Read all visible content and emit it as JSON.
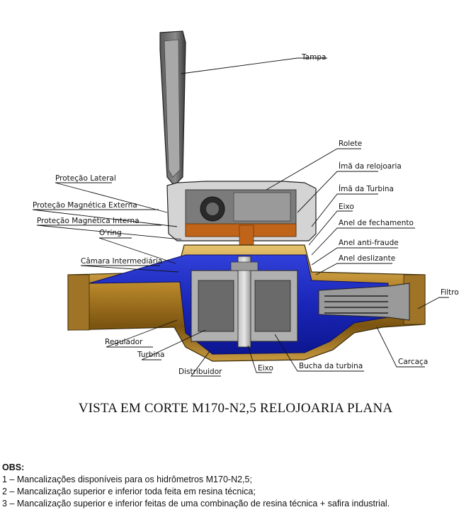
{
  "labels": {
    "tampa": "Tampa",
    "rolete": "Rolete",
    "ima_relojoaria": "Ímã da relojoaria",
    "ima_turbina": "Ímã da Turbina",
    "eixo_top": "Eixo",
    "anel_fechamento": "Anel de fechamento",
    "anel_antifraude": "Anel anti-fraude",
    "anel_deslizante": "Anel deslizante",
    "filtro": "Filtro",
    "carcaca": "Carcaça",
    "bucha_turbina": "Bucha da turbina",
    "eixo_bottom": "Eixo",
    "distribuidor": "Distribuidor",
    "turbina": "Turbina",
    "regulador": "Regulador",
    "camara_intermediaria": "Câmara Intermediária",
    "oring": "O'ring",
    "protecao_magnetica_interna": "Proteção Magnética Interna",
    "protecao_magnetica_externa": "Proteção Magnética Externa",
    "protecao_lateral": "Proteção Lateral"
  },
  "caption": "VISTA EM CORTE M170-N2,5 RELOJOARIA PLANA",
  "notes": {
    "heading": "OBS:",
    "items": [
      "1 – Mancalizações disponíveis para os hidrômetros M170-N2,5;",
      "2 – Mancalização superior e inferior toda feita em resina técnica;",
      "3 – Mancalização superior e inferior feitas de uma combinação de resina técnica + safira industrial."
    ]
  }
}
